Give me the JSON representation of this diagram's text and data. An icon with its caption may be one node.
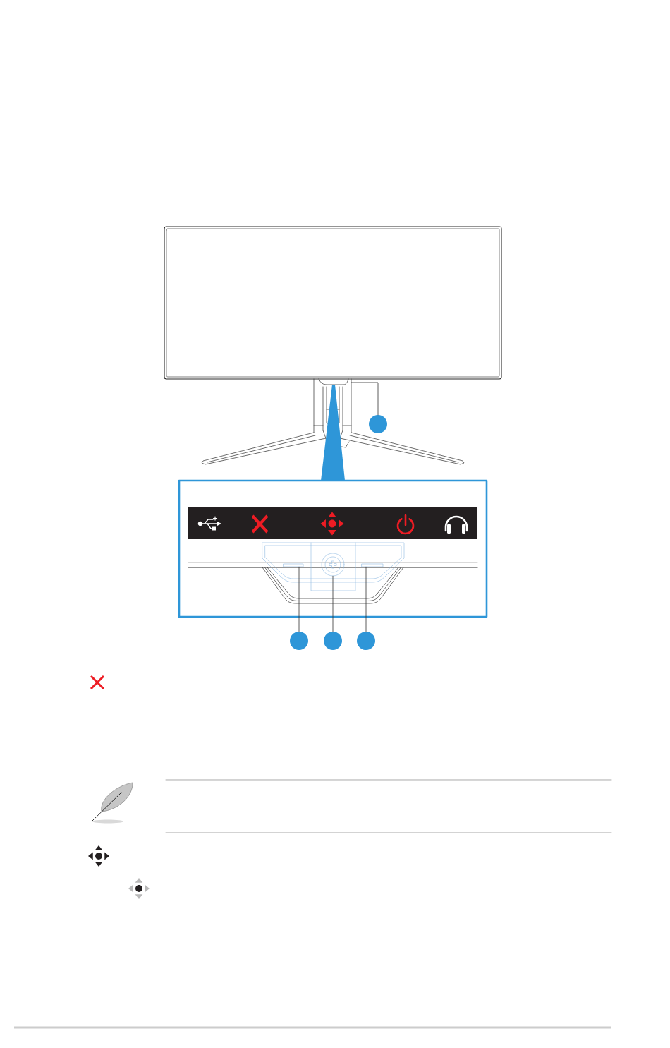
{
  "diagram": {
    "nodes": [
      {
        "text": [],
        "shape": "circle"
      },
      {
        "text": [],
        "shape": "box"
      },
      {
        "text": [],
        "shape": "circle"
      },
      {
        "text": [],
        "shape": "box"
      },
      {
        "text": [],
        "shape": "circle"
      },
      {
        "text": [],
        "shape": "circle"
      },
      {
        "text": [],
        "shape": "circle"
      }
    ],
    "edges": [
      {
        "from": 0,
        "to": null,
        "arrow": "none"
      },
      {
        "from": 4,
        "to": 1,
        "arrow": "none"
      },
      {
        "from": 5,
        "to": 2,
        "arrow": "none"
      },
      {
        "from": 6,
        "to": 3,
        "arrow": "none"
      }
    ]
  }
}
